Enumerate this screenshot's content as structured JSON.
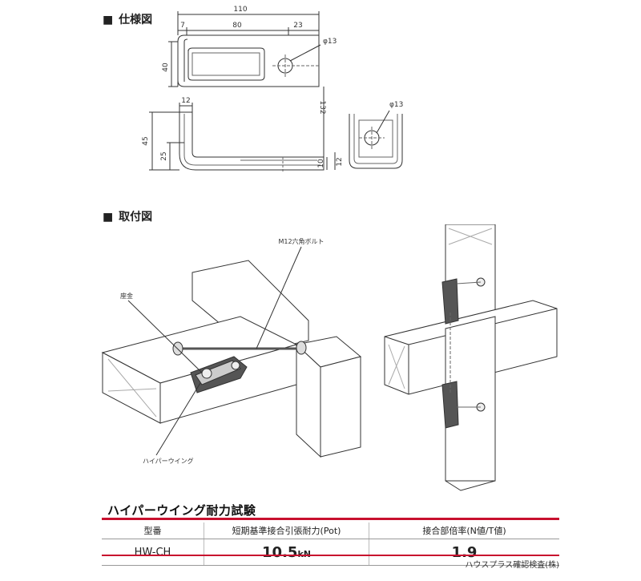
{
  "spec_title": "仕様図",
  "install_title": "取付図",
  "dimensions": {
    "overall": "110",
    "seg_left": "7",
    "seg_mid": "80",
    "seg_right": "23",
    "hole_top": "φ13",
    "height_top": "40",
    "depth": "132",
    "flange": "12",
    "height_side": "45",
    "inner_height": "25",
    "thk_10": "10",
    "thk_12": "12",
    "hole_end": "φ13"
  },
  "labels": {
    "bolt": "M12六角ボルト",
    "washer": "座金",
    "product": "ハイパーウイング"
  },
  "test": {
    "title": "ハイパーウイング耐力試験",
    "headers": [
      "型番",
      "短期基準接合引張耐力(Pot)",
      "接合部倍率(N値/T値)"
    ],
    "model": "HW-CH",
    "strength_value": "10.5",
    "strength_unit": "kN",
    "multiplier": "1.9",
    "footnote": "ハウスプラス確認検査(株)"
  }
}
